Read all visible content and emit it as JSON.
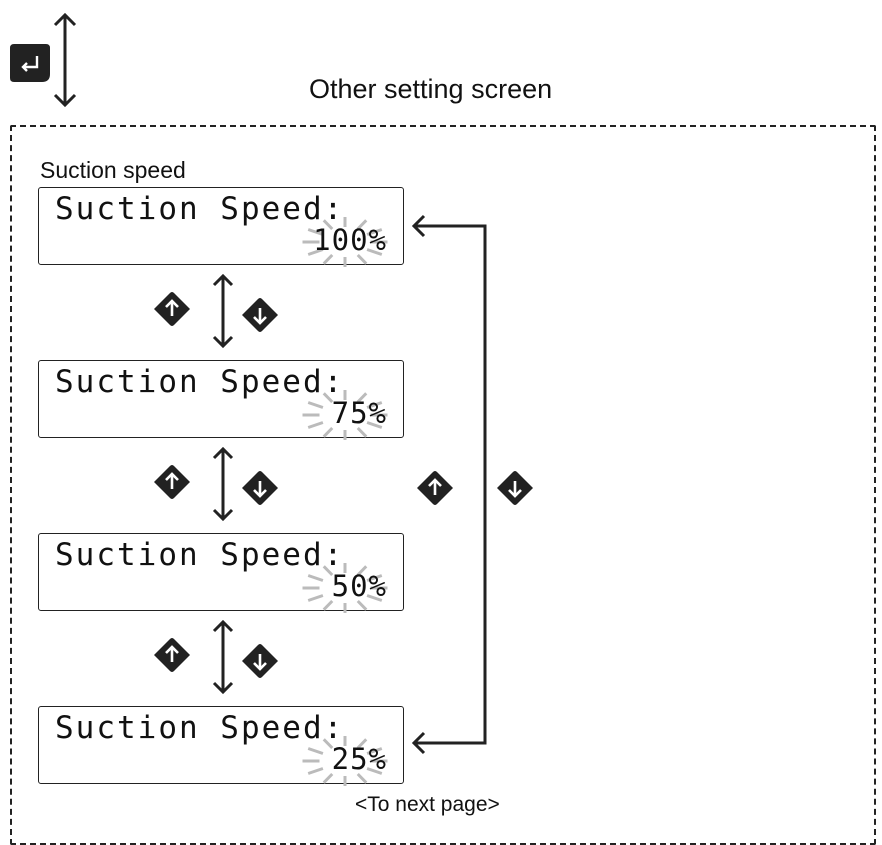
{
  "header": {
    "enter_key_icon": "enter-key-icon",
    "title": "Other setting screen"
  },
  "section_label": "Suction speed",
  "screens": [
    {
      "line1": "Suction Speed:",
      "value": "100%"
    },
    {
      "line1": "Suction Speed:",
      "value": "75%"
    },
    {
      "line1": "Suction Speed:",
      "value": "50%"
    },
    {
      "line1": "Suction Speed:",
      "value": "25%"
    }
  ],
  "keys": {
    "up": "up-key-icon",
    "down": "down-key-icon"
  },
  "footer": {
    "next_page": "<To next page>"
  },
  "colors": {
    "key_fill": "#222222",
    "ray_color": "#bbbbbb"
  }
}
